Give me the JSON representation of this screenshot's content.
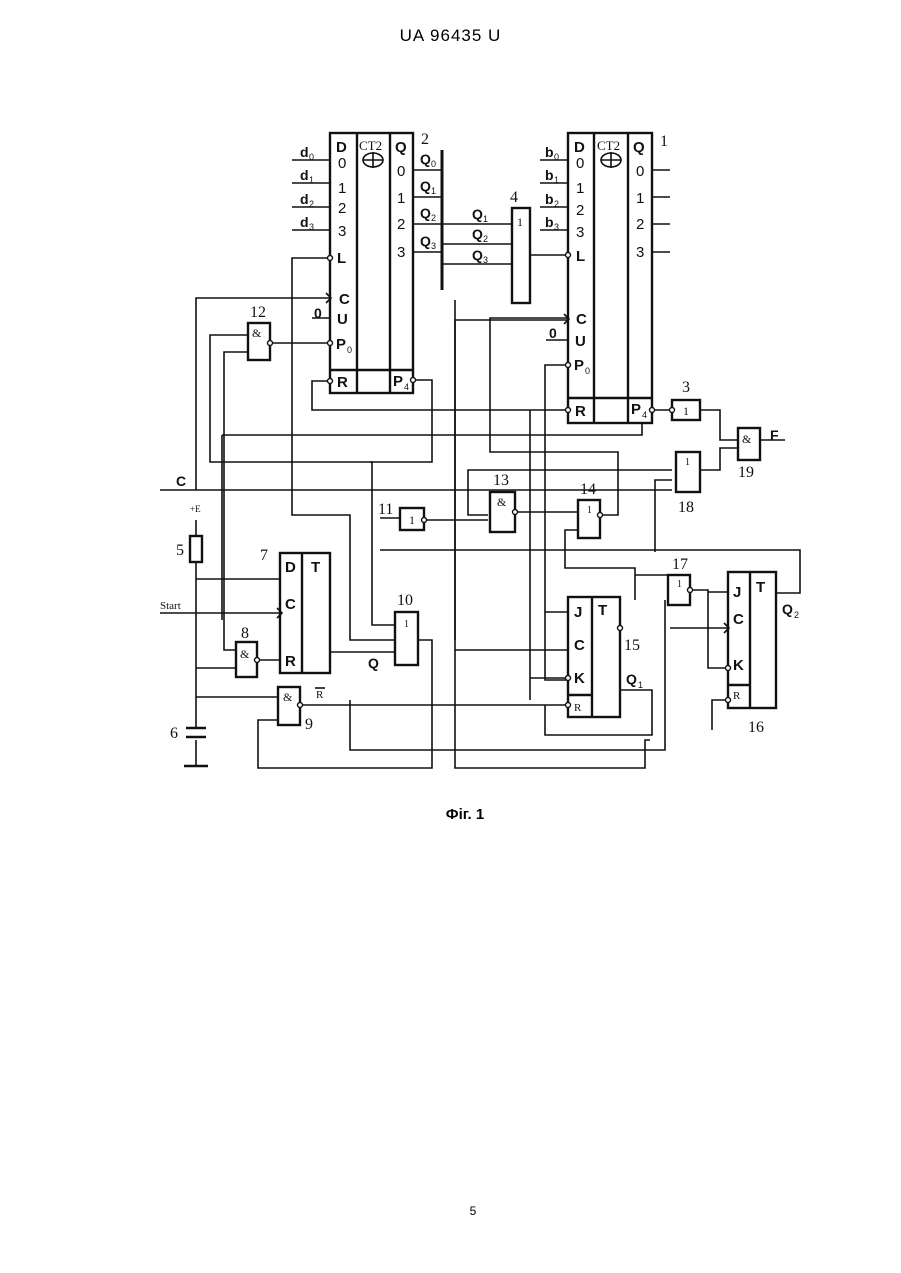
{
  "header": {
    "text": "UA   96435   U"
  },
  "caption": {
    "text": "Фіг. 1"
  },
  "page_number": {
    "text": "5"
  },
  "counter_left": {
    "number": "2",
    "title": "CT2",
    "inputs": [
      "D",
      "0",
      "1",
      "2",
      "3",
      "L",
      "C",
      "U",
      "P",
      "R"
    ],
    "outputs": [
      "Q",
      "0",
      "1",
      "2",
      "3",
      "P"
    ],
    "p_in_sub": "0",
    "p_out_sub": "4"
  },
  "counter_right": {
    "number": "1",
    "title": "CT2",
    "inputs": [
      "D",
      "0",
      "1",
      "2",
      "3",
      "L",
      "C",
      "U",
      "P",
      "R"
    ],
    "outputs": [
      "Q",
      "0",
      "1",
      "2",
      "3",
      "P"
    ],
    "p_in_sub": "0",
    "p_out_sub": "4"
  },
  "signals": {
    "d": "d",
    "b": "b",
    "q": "Q",
    "sub0": "0",
    "sub1": "1",
    "sub2": "2",
    "sub3": "3",
    "u_const": "0",
    "c": "C",
    "f": "F",
    "start": "Start",
    "plus_e": "+E",
    "q_out": "Q",
    "r_bar": "R",
    "q1": "Q",
    "q1_sub": "1",
    "q2": "Q",
    "q2_sub": "2"
  },
  "gates": [
    {
      "number": "3",
      "symbol": "1"
    },
    {
      "number": "4",
      "symbol": "1"
    },
    {
      "number": "8",
      "symbol": "&"
    },
    {
      "number": "9",
      "symbol": "&"
    },
    {
      "number": "10",
      "symbol": "1"
    },
    {
      "number": "11",
      "symbol": "1"
    },
    {
      "number": "12",
      "symbol": "&"
    },
    {
      "number": "13",
      "symbol": "&"
    },
    {
      "number": "14",
      "symbol": "1"
    },
    {
      "number": "17",
      "symbol": "1"
    },
    {
      "number": "18",
      "symbol": "1"
    },
    {
      "number": "19",
      "symbol": "&"
    }
  ],
  "flipflops": [
    {
      "number": "7",
      "pins": [
        "D",
        "C",
        "R"
      ],
      "title": "T"
    },
    {
      "number": "15",
      "pins": [
        "J",
        "C",
        "K",
        "R"
      ],
      "title": "T"
    },
    {
      "number": "16",
      "pins": [
        "J",
        "C",
        "K",
        "R"
      ],
      "title": "T"
    }
  ],
  "components": {
    "resistor": "5",
    "capacitor": "6"
  }
}
